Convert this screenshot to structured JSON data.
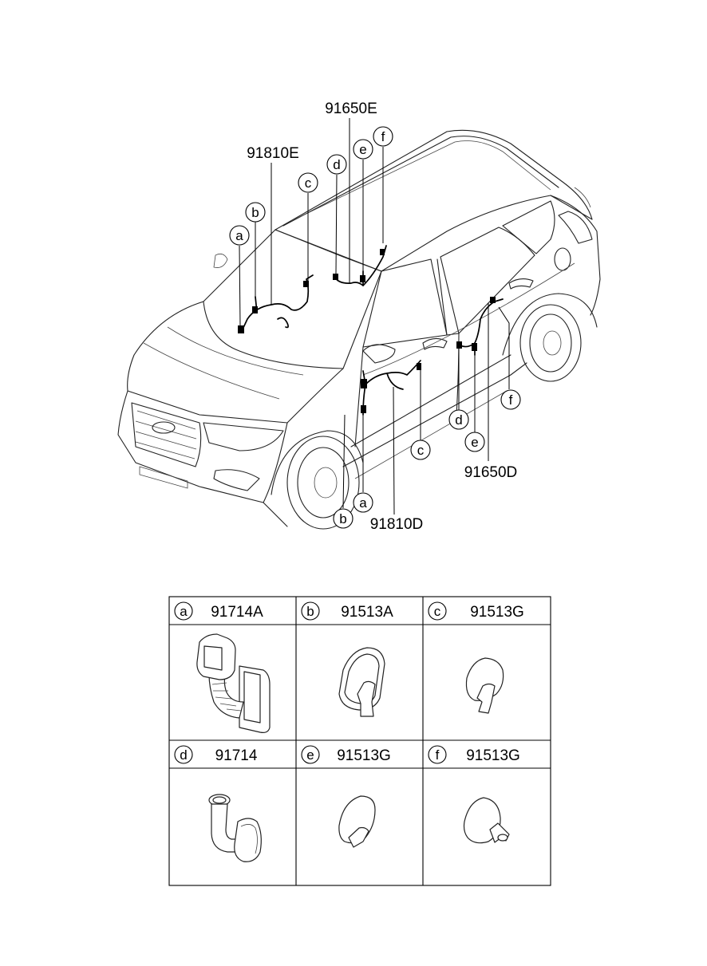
{
  "callouts": {
    "a": "a",
    "b": "b",
    "c": "c",
    "d": "d",
    "e": "e",
    "f": "f"
  },
  "part_labels": {
    "harness_front_upper": "91810E",
    "harness_rear_upper": "91650E",
    "harness_front_lower": "91810D",
    "harness_rear_lower": "91650D"
  },
  "table": {
    "cells": [
      {
        "letter": "a",
        "part_number": "91714A"
      },
      {
        "letter": "b",
        "part_number": "91513A"
      },
      {
        "letter": "c",
        "part_number": "91513G"
      },
      {
        "letter": "d",
        "part_number": "91714"
      },
      {
        "letter": "e",
        "part_number": "91513G"
      },
      {
        "letter": "f",
        "part_number": "91513G"
      }
    ]
  }
}
